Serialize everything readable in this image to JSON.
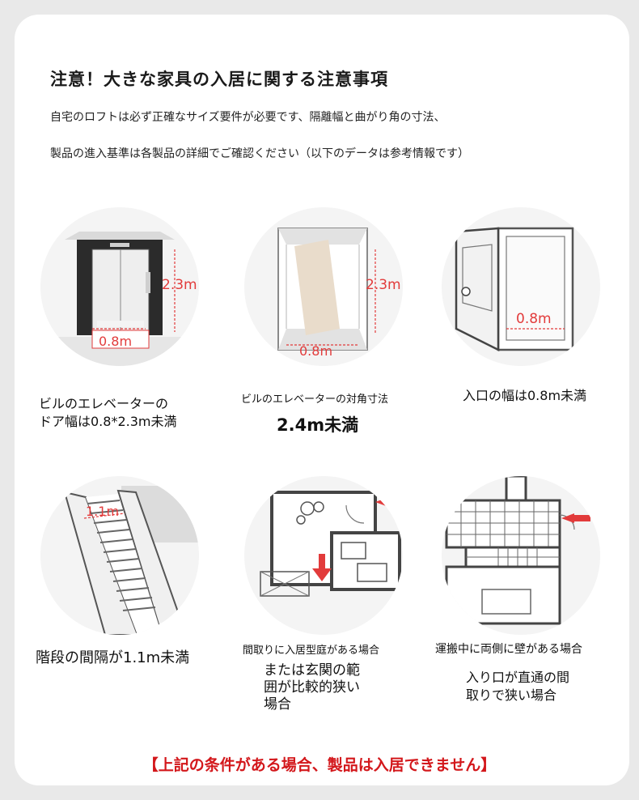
{
  "title": "注意！大きな家具の入居に関する注意事項",
  "intro": [
    "自宅のロフトは必ず正確なサイズ要件が必要です、隔離幅と曲がり角の寸法、",
    "製品の進入基準は各製品の詳細でご確認ください（以下のデータは参考情報です）"
  ],
  "items": [
    {
      "width_label": "0.8m",
      "height_label": "2.3m",
      "caption": [
        "ビルのエレベーターの",
        "ドア幅は0.8*2.3m未満"
      ]
    },
    {
      "width_label": "0.8m",
      "height_label": "2.3m",
      "caption_small": "ビルのエレベーターの対角寸法",
      "caption_large": "2.4m未満"
    },
    {
      "width_label": "0.8m",
      "caption": "入口の幅は0.8m未満"
    },
    {
      "width_label": "1.1m",
      "caption": "階段の間隔が1.1m未満"
    },
    {
      "caption_small": "間取りに入居型庭がある場合",
      "caption": [
        "または玄関の範",
        "囲が比較的狭い",
        "場合"
      ]
    },
    {
      "caption_small": "運搬中に両側に壁がある場合",
      "caption": [
        "入り口が直通の間",
        "取りで狭い場合"
      ]
    }
  ],
  "footer": "【上記の条件がある場合、製品は入居できません】",
  "colors": {
    "accent_red": "#d3171b",
    "dimension_red": "#e23b3b"
  }
}
